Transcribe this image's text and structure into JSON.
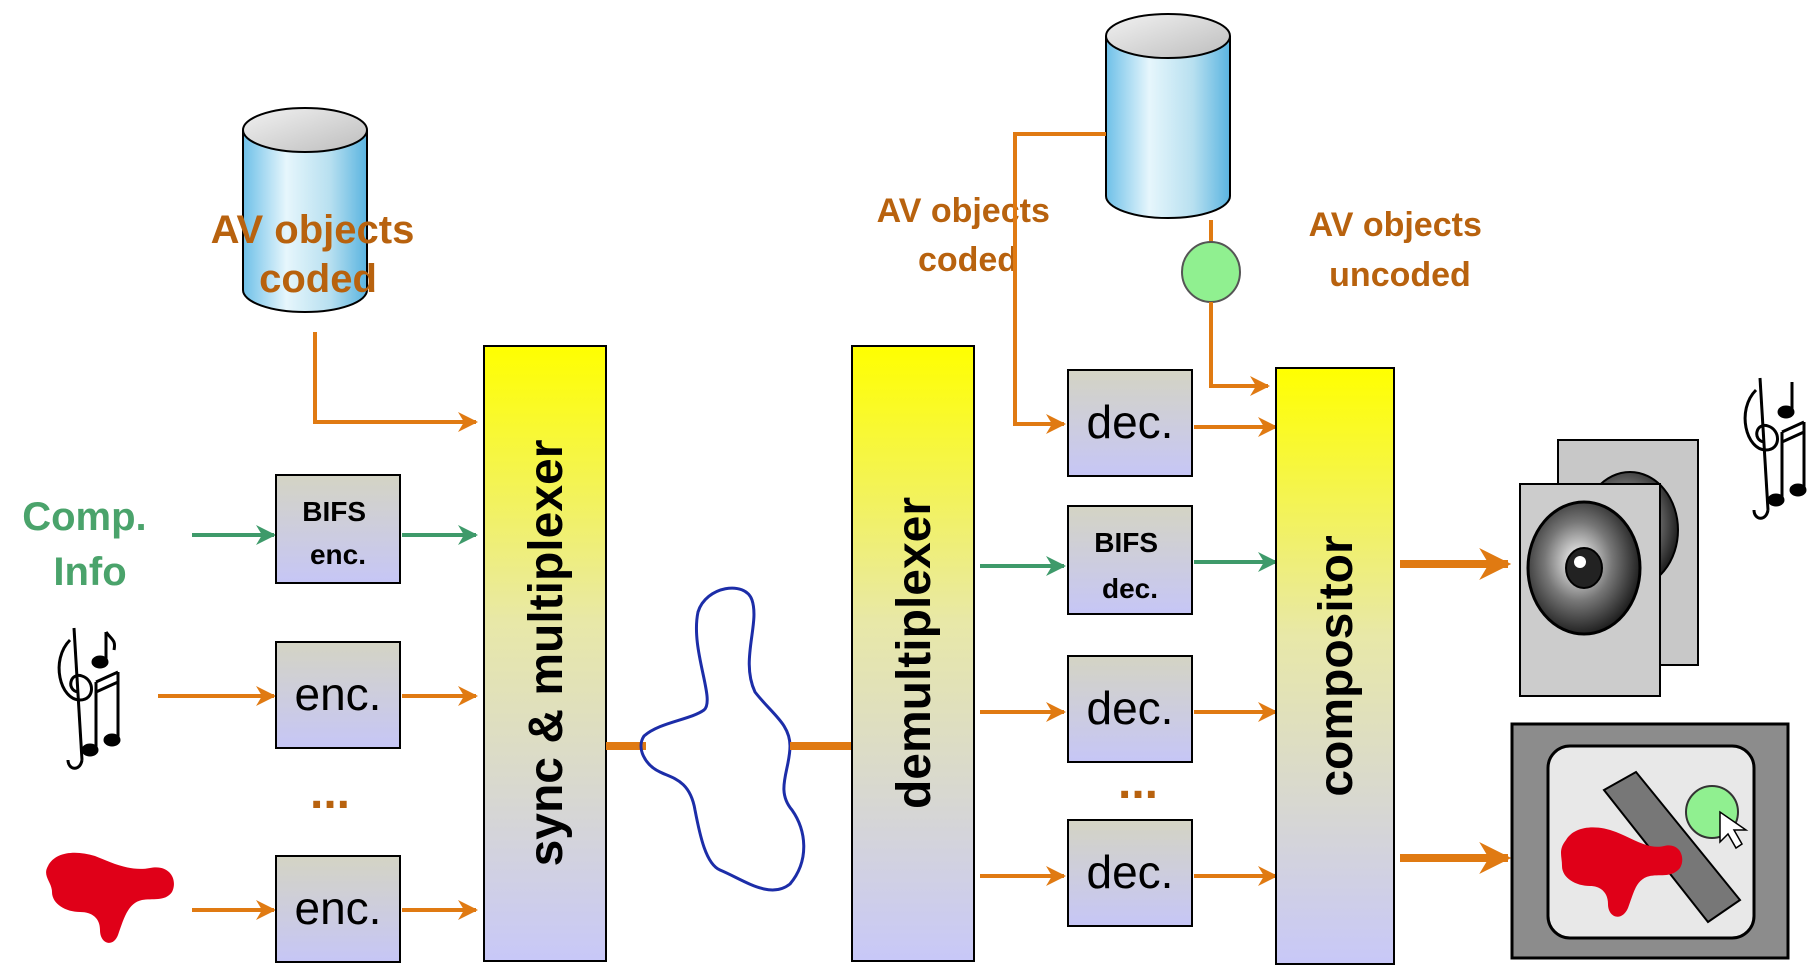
{
  "labels": {
    "left_db": [
      "AV objects",
      "coded"
    ],
    "right_db_coded": [
      "AV objects",
      "coded"
    ],
    "right_db_uncoded": [
      "AV objects",
      "uncoded"
    ],
    "comp_info": [
      "Comp.",
      "Info"
    ],
    "left_ellipsis": "...",
    "right_ellipsis": "..."
  },
  "encoders": {
    "bifs": [
      "BIFS",
      "enc."
    ],
    "enc_audio": "enc.",
    "enc_visual": "enc."
  },
  "decoders": {
    "top": "dec.",
    "bifs": [
      "BIFS",
      "dec."
    ],
    "middle": "dec.",
    "bottom": "dec."
  },
  "bars": {
    "mux": "sync & multiplexer",
    "demux": "demultiplexer",
    "compositor": "compositor"
  },
  "colors": {
    "orange_line": "#e07a12",
    "green_line": "#3e9a6a",
    "label_orange": "#b8620e",
    "label_green": "#4aa36b",
    "bar_top": "#ffff00",
    "bar_bottom": "#c8c8f8",
    "box_top": "#d2d2c8",
    "box_bottom": "#c8c8f8",
    "network_line": "#1c2da8",
    "db_top": "#e6e6e6",
    "db_side": "#b0dcf0",
    "uncoded_node": "#90f090",
    "visual_object": "#e00018"
  },
  "icons": [
    "music-notes-icon",
    "visual-object-icon",
    "database-icon",
    "network-cloud-icon",
    "speaker-icon",
    "display-icon"
  ]
}
